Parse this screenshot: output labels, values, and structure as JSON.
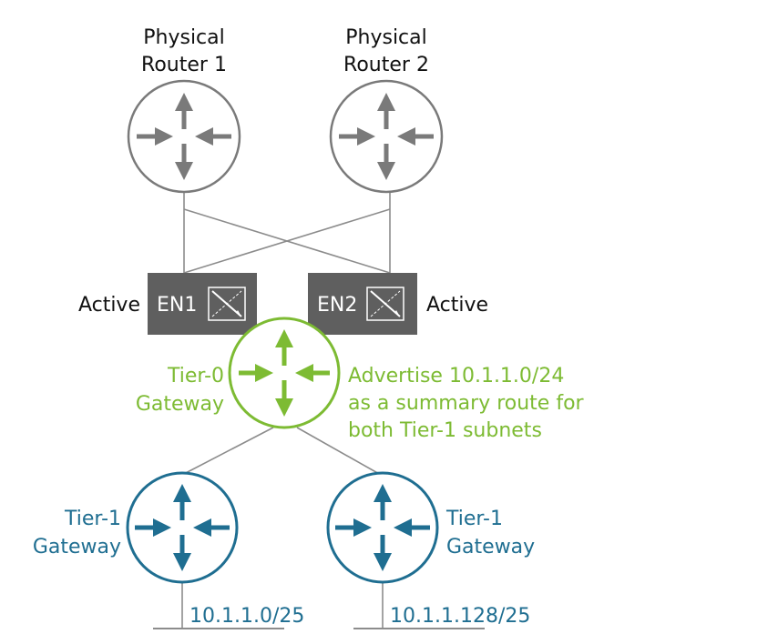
{
  "physical_routers": [
    {
      "line1": "Physical",
      "line2": "Router 1"
    },
    {
      "line1": "Physical",
      "line2": "Router 2"
    }
  ],
  "edge_nodes": [
    {
      "label": "EN1",
      "status": "Active"
    },
    {
      "label": "EN2",
      "status": "Active"
    }
  ],
  "tier0": {
    "line1": "Tier-0",
    "line2": "Gateway",
    "note": [
      "Advertise 10.1.1.0/24",
      "as a summary route for",
      "both Tier-1 subnets"
    ]
  },
  "tier1": [
    {
      "line1": "Tier-1",
      "line2": "Gateway",
      "subnet": "10.1.1.0/25"
    },
    {
      "line1": "Tier-1",
      "line2": "Gateway",
      "subnet": "10.1.1.128/25"
    }
  ],
  "colors": {
    "physical": "#7a7a7a",
    "edge_box": "#5f5f5f",
    "tier0": "#7dbb33",
    "tier1": "#1f6e91",
    "line": "#8c8c8c",
    "text": "#111111"
  },
  "icons": {
    "router": "router-arrows-icon",
    "edge": "edge-node-icon"
  }
}
